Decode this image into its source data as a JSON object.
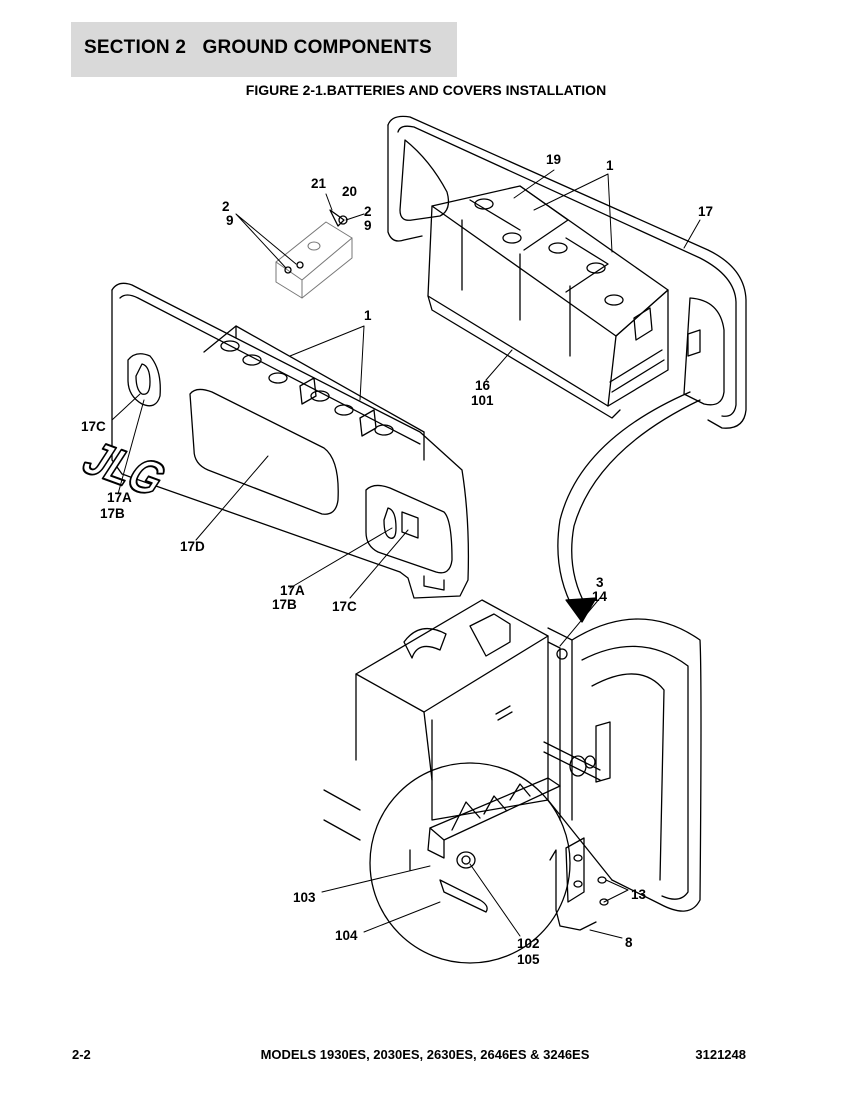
{
  "header": {
    "section_title": "SECTION 2   GROUND COMPONENTS"
  },
  "figure": {
    "title": "FIGURE 2-1.BATTERIES AND COVERS INSTALLATION",
    "logo_text": "JLG",
    "callouts": {
      "c19": "19",
      "c1_top": "1",
      "c17": "17",
      "c21": "21",
      "c20": "20",
      "c2_left": "2",
      "c9_left": "9",
      "c2_right": "2",
      "c9_right": "9",
      "c1_mid": "1",
      "c16": "16",
      "c101": "101",
      "c17c_left": "17C",
      "c17a_left": "17A",
      "c17b_left": "17B",
      "c17d": "17D",
      "c17a_right": "17A",
      "c17b_right": "17B",
      "c17c_right": "17C",
      "c3": "3",
      "c14": "14",
      "c13": "13",
      "c8": "8",
      "c103": "103",
      "c104": "104",
      "c102": "102",
      "c105": "105"
    }
  },
  "footer": {
    "page_number": "2-2",
    "models": "MODELS 1930ES, 2030ES, 2630ES, 2646ES & 3246ES",
    "doc_number": "3121248"
  }
}
